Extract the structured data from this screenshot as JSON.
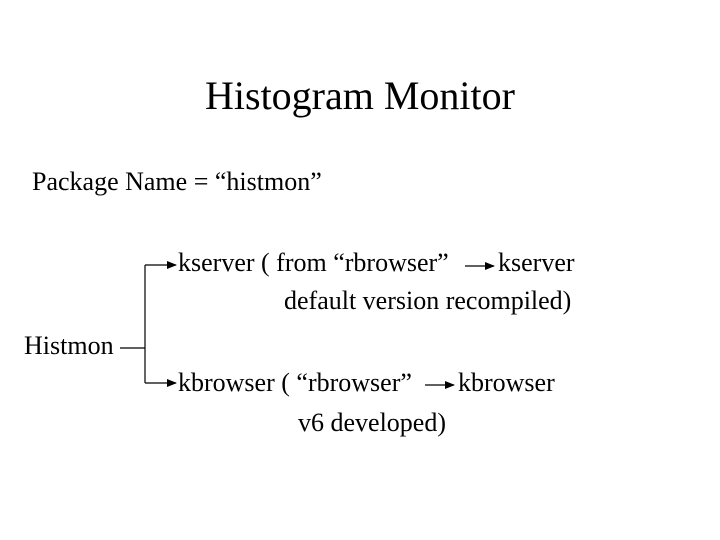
{
  "slide": {
    "title": "Histogram Monitor",
    "package_line": "Package Name = “histmon”",
    "root_label": "Histmon",
    "branch_kserver": {
      "line1_left": "kserver ( from “rbrowser”",
      "line1_right": "kserver",
      "line2": "default version recompiled)"
    },
    "branch_kbrowser": {
      "line1_left": "kbrowser ( “rbrowser”",
      "line1_right": "kbrowser",
      "line2": "v6 developed)"
    }
  },
  "colors": {
    "text": "#000000",
    "background": "#ffffff"
  }
}
